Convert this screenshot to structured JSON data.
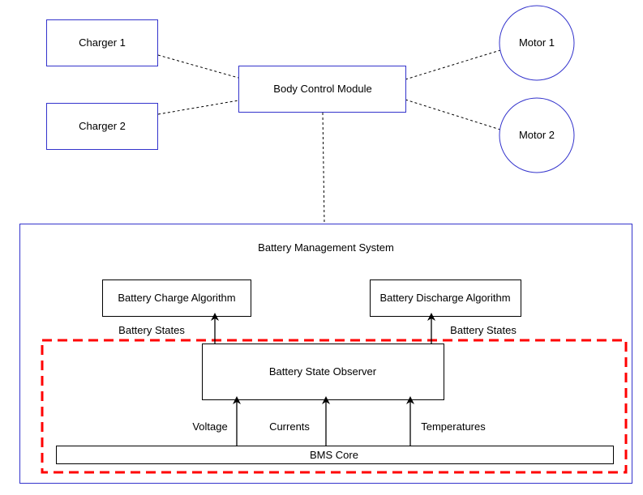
{
  "nodes": {
    "charger1": "Charger 1",
    "charger2": "Charger 2",
    "bcm": "Body Control Module",
    "motor1": "Motor 1",
    "motor2": "Motor 2",
    "bms": "Battery Management System",
    "charge_algo": "Battery Charge Algorithm",
    "discharge_algo": "Battery Discharge Algorithm",
    "observer": "Battery State Observer",
    "core": "BMS Core"
  },
  "edge_labels": {
    "states_left": "Battery States",
    "states_right": "Battery States",
    "voltage": "Voltage",
    "currents": "Currents",
    "temperatures": "Temperatures"
  },
  "colors": {
    "blue_border": "#3333cc",
    "black": "#000000",
    "red_dash": "#ff0000"
  }
}
